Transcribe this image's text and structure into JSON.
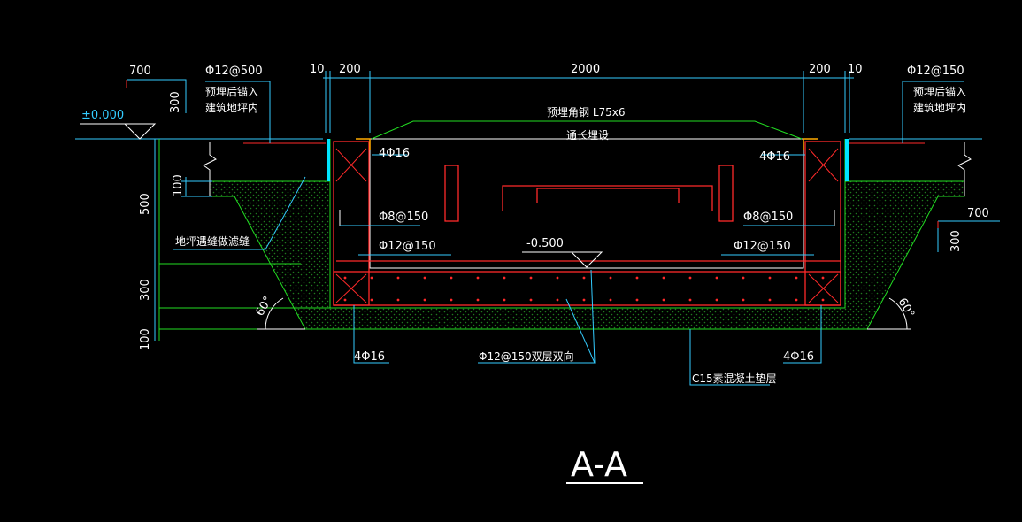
{
  "drawing": {
    "title": "A-A",
    "colors": {
      "background": "#000000",
      "section_line": "#22dd22",
      "concrete_outline": "#ffffff",
      "rebar": "#ff2a2a",
      "dimension": "#33ccff",
      "text": "#ffffff",
      "cushion_dots": "#1f7a1f",
      "ground_line": "#33ccff",
      "embedded_plate": "#00e5ff",
      "angle_steel": "#ffaa00"
    },
    "dimensions": {
      "top_left_700": "700",
      "top_left_300": "300",
      "wall_gap_left": "10",
      "wall_left": "200",
      "inner_width": "2000",
      "wall_right": "200",
      "wall_gap_right": "10",
      "right_700": "700",
      "right_300": "300",
      "left_500": "500",
      "left_100_upper": "100",
      "left_300": "300",
      "left_100_lower": "100",
      "angle_left": "60°",
      "angle_right": "60°"
    },
    "elevations": {
      "ground": "±0.000",
      "pit_bottom": "-0.500"
    },
    "labels": {
      "anchor_left_spec": "Φ12@500",
      "anchor_left_note1": "预埋后锚入",
      "anchor_left_note2": "建筑地坪内",
      "anchor_right_spec": "Φ12@150",
      "anchor_right_note1": "预埋后锚入",
      "anchor_right_note2": "建筑地坪内",
      "angle_steel_1": "预埋角钢 L75x6",
      "angle_steel_2": "通长埋设",
      "corner_bars_top_left": "4Φ16",
      "corner_bars_top_right": "4Φ16",
      "stirrup_left": "Φ8@150",
      "stirrup_right": "Φ8@150",
      "wall_bar_left": "Φ12@150",
      "wall_bar_right": "Φ12@150",
      "corner_bars_bottom_left": "4Φ16",
      "corner_bars_bottom_right": "4Φ16",
      "slab_bar": "Φ12@150双层双向",
      "cushion": "C15素混凝土垫层",
      "joint": "地坪遇缝做滤缝"
    }
  }
}
